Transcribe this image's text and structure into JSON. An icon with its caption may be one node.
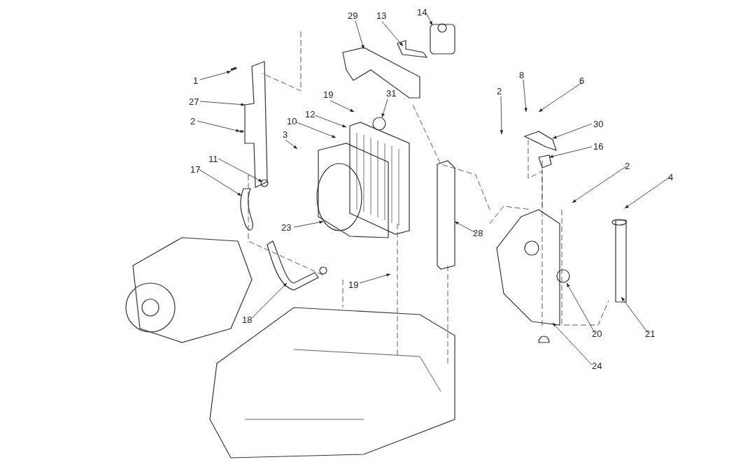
{
  "diagram": {
    "nodes": [
      {
        "text": [
          "29"
        ]
      },
      {
        "text": [
          "13"
        ]
      },
      {
        "text": [
          "14"
        ]
      },
      {
        "text": [
          "8"
        ]
      },
      {
        "text": [
          "1"
        ]
      },
      {
        "text": [
          "6"
        ]
      },
      {
        "text": [
          "2"
        ]
      },
      {
        "text": [
          "19"
        ]
      },
      {
        "text": [
          "31"
        ]
      },
      {
        "text": [
          "27"
        ]
      },
      {
        "text": [
          "12"
        ]
      },
      {
        "text": [
          "10"
        ]
      },
      {
        "text": [
          "2"
        ]
      },
      {
        "text": [
          "30"
        ]
      },
      {
        "text": [
          "3"
        ]
      },
      {
        "text": [
          "16"
        ]
      },
      {
        "text": [
          "11"
        ]
      },
      {
        "text": [
          "2"
        ]
      },
      {
        "text": [
          "17"
        ]
      },
      {
        "text": [
          "4"
        ]
      },
      {
        "text": [
          "23"
        ]
      },
      {
        "text": [
          "28"
        ]
      },
      {
        "text": [
          "19"
        ]
      },
      {
        "text": [
          "18"
        ]
      },
      {
        "text": [
          "20"
        ]
      },
      {
        "text": [
          "21"
        ]
      },
      {
        "text": [
          "24"
        ]
      }
    ],
    "edges": [
      {
        "from": 0,
        "to": null,
        "arrow": "to"
      },
      {
        "from": 1,
        "to": null,
        "arrow": "to"
      },
      {
        "from": 2,
        "to": null,
        "arrow": "to"
      },
      {
        "from": 3,
        "to": null,
        "arrow": "to"
      },
      {
        "from": 4,
        "to": null,
        "arrow": "to"
      },
      {
        "from": 5,
        "to": null,
        "arrow": "to"
      },
      {
        "from": 6,
        "to": null,
        "arrow": "to"
      },
      {
        "from": 7,
        "to": null,
        "arrow": "to"
      },
      {
        "from": 8,
        "to": null,
        "arrow": "to"
      },
      {
        "from": 9,
        "to": null,
        "arrow": "to"
      },
      {
        "from": 10,
        "to": null,
        "arrow": "to"
      },
      {
        "from": 11,
        "to": null,
        "arrow": "to"
      },
      {
        "from": 12,
        "to": null,
        "arrow": "to"
      },
      {
        "from": 13,
        "to": null,
        "arrow": "to"
      },
      {
        "from": 14,
        "to": null,
        "arrow": "to"
      },
      {
        "from": 15,
        "to": null,
        "arrow": "to"
      },
      {
        "from": 16,
        "to": null,
        "arrow": "to"
      },
      {
        "from": 17,
        "to": null,
        "arrow": "to"
      },
      {
        "from": 18,
        "to": null,
        "arrow": "to"
      },
      {
        "from": 19,
        "to": null,
        "arrow": "to"
      },
      {
        "from": 20,
        "to": null,
        "arrow": "to"
      },
      {
        "from": 21,
        "to": null,
        "arrow": "to"
      },
      {
        "from": 22,
        "to": null,
        "arrow": "to"
      },
      {
        "from": 23,
        "to": null,
        "arrow": "to"
      },
      {
        "from": 24,
        "to": null,
        "arrow": "to"
      },
      {
        "from": 25,
        "to": null,
        "arrow": "to"
      },
      {
        "from": 26,
        "to": null,
        "arrow": "to"
      }
    ]
  }
}
